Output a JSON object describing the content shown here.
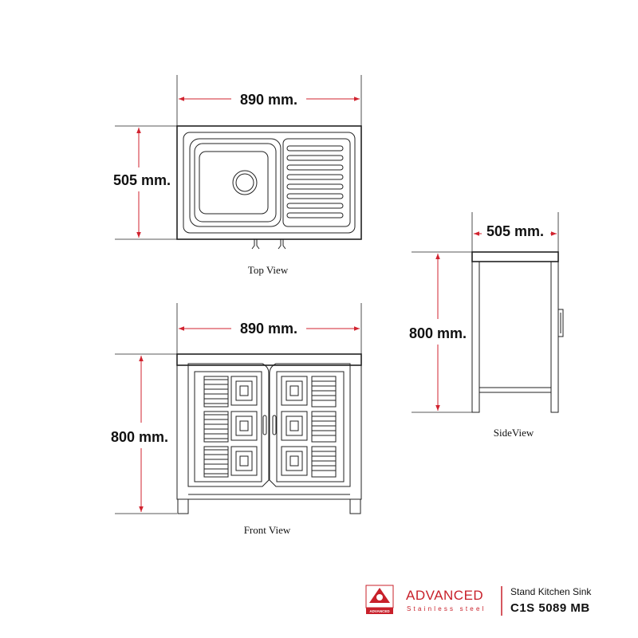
{
  "views": {
    "top": {
      "caption": "Top View",
      "width_label": "890 mm.",
      "depth_label": "505 mm."
    },
    "front": {
      "caption": "Front View",
      "width_label": "890 mm.",
      "height_label": "800 mm."
    },
    "side": {
      "caption": "SideView",
      "depth_label": "505 mm.",
      "height_label": "800 mm."
    }
  },
  "brand": {
    "name": "ADVANCED",
    "tagline": "Stainless steel",
    "logo_tag": "ADVANCED",
    "logo_icon": "triangle-logo-icon"
  },
  "product": {
    "name": "Stand Kitchen Sink",
    "code": "C1S 5089 MB"
  },
  "colors": {
    "dimension_lines": "#d1232f",
    "brand_red": "#c8202a",
    "outline": "#222222"
  }
}
